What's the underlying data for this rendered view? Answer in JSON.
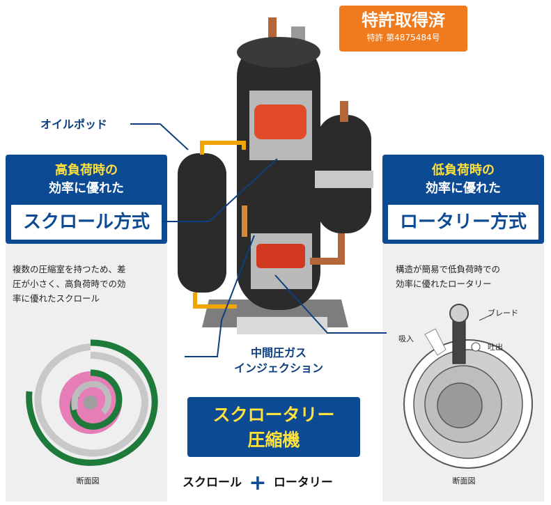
{
  "patent": {
    "title": "特許取得済",
    "number": "特許 第4875484号"
  },
  "left_panel": {
    "subtitle_line1": "高負荷時の",
    "subtitle_line2": "効率に優れた",
    "title": "スクロール方式",
    "description": [
      "複数の圧縮室を持つため、差",
      "圧が小さく、高負荷時での効",
      "率に優れたスクロール"
    ],
    "caption": "断面図"
  },
  "right_panel": {
    "subtitle_line1": "低負荷時の",
    "subtitle_line2": "効率に優れた",
    "title": "ロータリー方式",
    "description": [
      "構造が簡易で低負荷時での",
      "効率に優れたロータリー"
    ],
    "labels": {
      "blade": "ブレード",
      "suction": "吸入",
      "discharge": "吐出"
    },
    "caption": "断面図"
  },
  "callouts": {
    "oil_pot": "オイルポッド",
    "injection_line1": "中間圧ガス",
    "injection_line2": "インジェクション"
  },
  "center_box": {
    "line1": "スクロータリー",
    "line2": "圧縮機"
  },
  "formula": {
    "left": "スクロール",
    "plus": "+",
    "right": "ロータリー"
  },
  "colors": {
    "brand_blue": "#0d4a94",
    "accent_yellow": "#ffe23b",
    "patent_orange": "#f07b1f",
    "scroll_green": "#1e7a3a",
    "scroll_pink": "#e77db6"
  }
}
